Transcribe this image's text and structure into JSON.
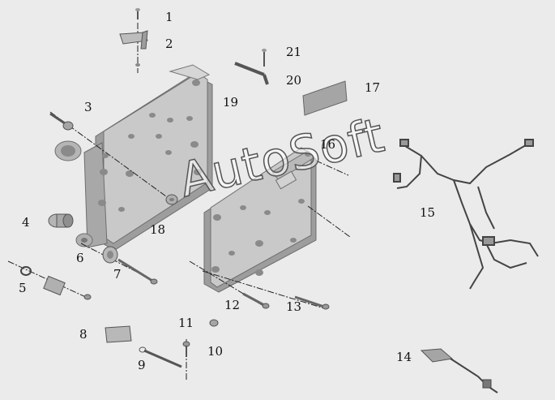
{
  "callouts": [
    "1",
    "2",
    "3",
    "4",
    "5",
    "6",
    "7",
    "8",
    "9",
    "10",
    "11",
    "12",
    "13",
    "14",
    "15",
    "16",
    "17",
    "18",
    "19",
    "20",
    "21"
  ],
  "watermark": "AutoSoft",
  "colors": {
    "background": "#ebebeb",
    "part_face": "#c9c9c9",
    "part_side": "#9d9d9d",
    "part_edge": "#6e6e6e",
    "hole": "#777777",
    "line": "#222222"
  }
}
